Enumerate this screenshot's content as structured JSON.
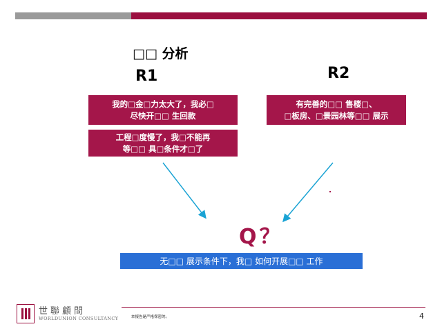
{
  "slide": {
    "title": "□□ 分析",
    "r1_label": "R1",
    "r2_label": "R2",
    "r1_boxes": [
      {
        "line1": "我的□金□力太大了，我必□",
        "line2": "尽快开□□ 生回款"
      },
      {
        "line1": "工程□度慢了，我□不能再",
        "line2": "等□□ 具□条件才□了"
      }
    ],
    "r2_box": {
      "line1": "有完善的□□ 售楼□、",
      "line2": "□板房、□景园林等□□ 展示"
    },
    "question_mark": "Q？",
    "question_text": "无□□ 展示条件下，我□ 如何开展□□ 工作",
    "footnote": "本报告是严格保密的。",
    "page_number": "4"
  },
  "logo": {
    "cn": "世聯顧問",
    "en": "WORLDUNION CONSULTANCY"
  },
  "colors": {
    "accent": "#a4164a",
    "bar_gray": "#9a9a9a",
    "bar_red": "#9b0f3f",
    "question_bar": "#2a6fd6",
    "arrow": "#1aa3d4"
  }
}
